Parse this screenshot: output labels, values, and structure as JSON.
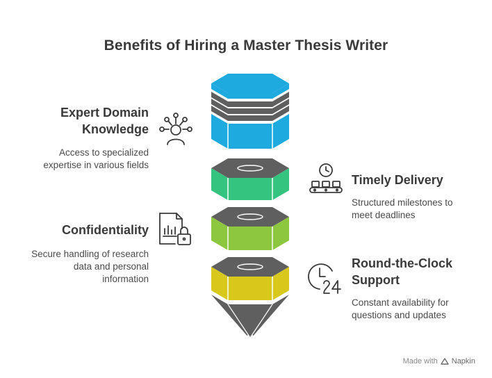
{
  "title": "Benefits of Hiring a Master Thesis Writer",
  "items": [
    {
      "heading": "Expert Domain Knowledge",
      "heading_line1": "Expert Domain",
      "heading_line2": "Knowledge",
      "desc_line1": "Access to specialized",
      "desc_line2": "expertise in various fields",
      "icon": "expert-network-person-icon",
      "color": "#1FAADF"
    },
    {
      "heading": "Timely Delivery",
      "desc_line1": "Structured milestones to",
      "desc_line2": "meet deadlines",
      "icon": "clock-conveyor-icon",
      "color": "#35C47F"
    },
    {
      "heading": "Confidentiality",
      "desc_line1": "Secure handling of research",
      "desc_line2": "data and personal",
      "desc_line3": "information",
      "icon": "secure-document-lock-icon",
      "color": "#8DC63F"
    },
    {
      "heading": "Round-the-Clock Support",
      "heading_line1": "Round-the-Clock",
      "heading_line2": "Support",
      "desc_line1": "Constant availability for",
      "desc_line2": "questions and updates",
      "icon": "clock-24-icon",
      "color": "#D7C81B"
    }
  ],
  "colors": {
    "cap_top": "#1FAADF",
    "ring_dark": "#5f5f5f",
    "cone": "#5f5f5f"
  },
  "footer": {
    "made_with": "Made with",
    "brand": "Napkin"
  }
}
